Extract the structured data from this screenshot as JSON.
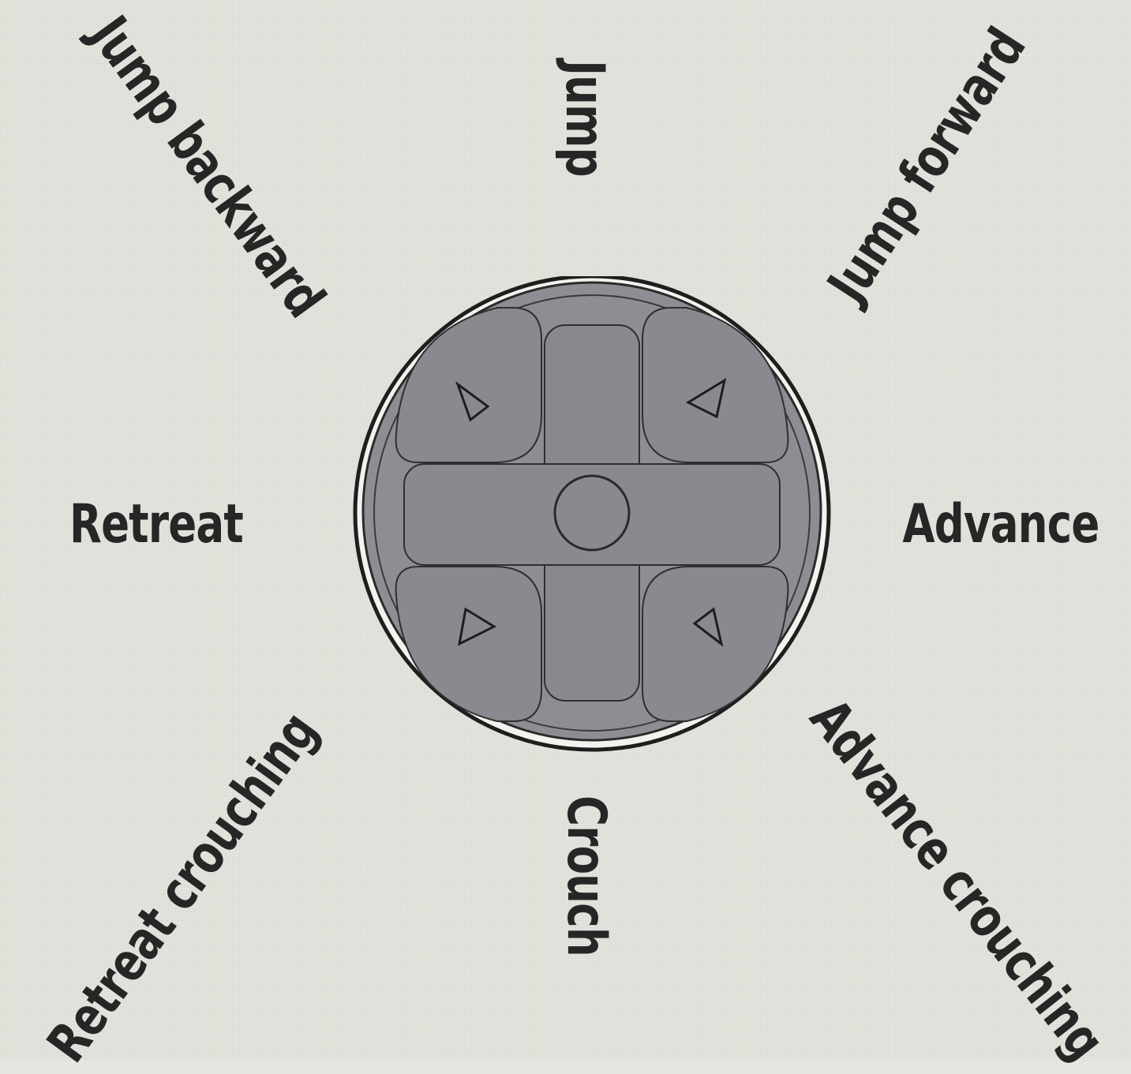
{
  "diagram": {
    "labels": {
      "jump": "Jump",
      "jump_forward": "Jump forward",
      "jump_backward": "Jump backward",
      "retreat": "Retreat",
      "advance": "Advance",
      "crouch": "Crouch",
      "retreat_crouching": "Retreat crouching",
      "advance_crouching": "Advance crouching"
    },
    "colors": {
      "background": "#e3e5de",
      "pad_fill": "#8f8d93",
      "pad_outline": "#2b2b2b",
      "text": "#262626"
    },
    "icons": [
      "directional-pad-icon",
      "arrow-up-left-icon",
      "arrow-up-right-icon",
      "arrow-down-left-icon",
      "arrow-down-right-icon"
    ]
  }
}
